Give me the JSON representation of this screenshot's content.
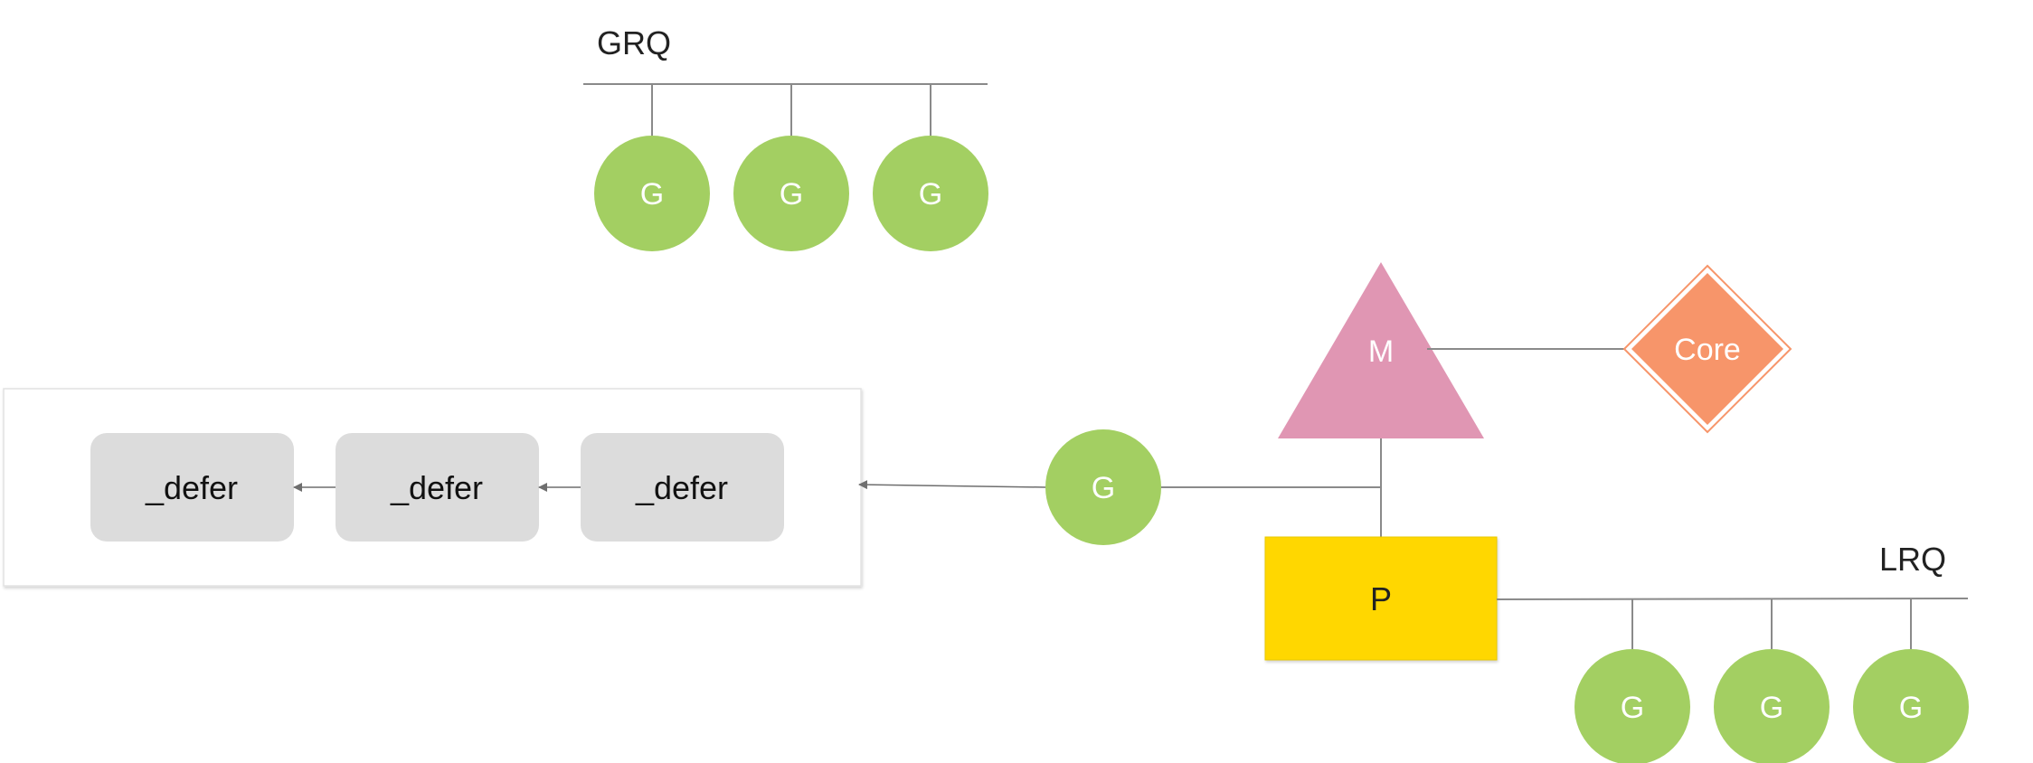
{
  "labels": {
    "grq": "GRQ",
    "lrq": "LRQ",
    "g": "G",
    "m": "M",
    "p": "P",
    "core": "Core",
    "defer": "_defer"
  },
  "colors": {
    "goroutine": "#a3cf62",
    "machine": "#e096b3",
    "processor": "#ffd700",
    "core": "#f7956a",
    "defer_box": "#dcdcdc",
    "line": "#8a8a8a",
    "text_dark": "#222222",
    "text_light": "#ffffff"
  }
}
